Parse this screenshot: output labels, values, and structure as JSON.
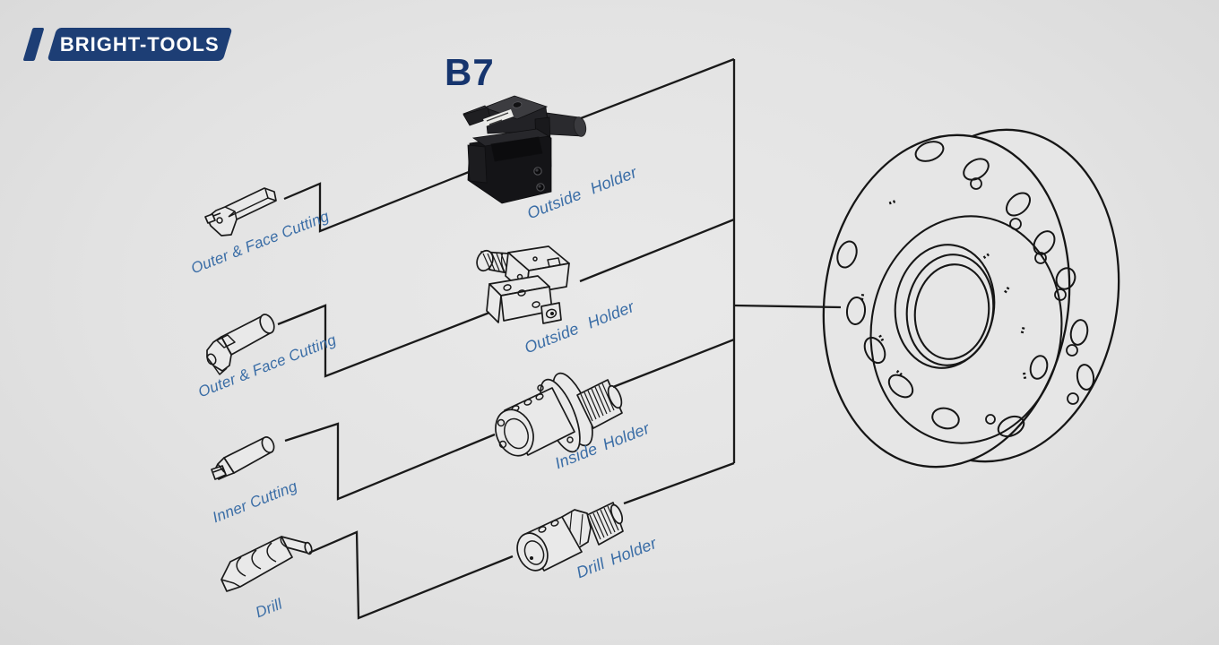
{
  "brand": {
    "name": "BRIGHT-TOOLS",
    "brand_color": "#1d3e75",
    "text_color": "#ffffff"
  },
  "colors": {
    "background": "#e3e3e3",
    "label_blue": "#3a6da6",
    "model_navy": "#16356e",
    "line_black": "#1a1a1a"
  },
  "diagram": {
    "model_label": "B7",
    "rows": [
      {
        "tool": "Outer & Face Cutting",
        "holder": "Outside Holder"
      },
      {
        "tool": "Outer & Face Cutting",
        "holder": "Outside Holder"
      },
      {
        "tool": "Inner Cutting",
        "holder": "Inside Holder"
      },
      {
        "tool": "Drill",
        "holder": "Drill Holder"
      }
    ],
    "target": "turret-disc"
  }
}
